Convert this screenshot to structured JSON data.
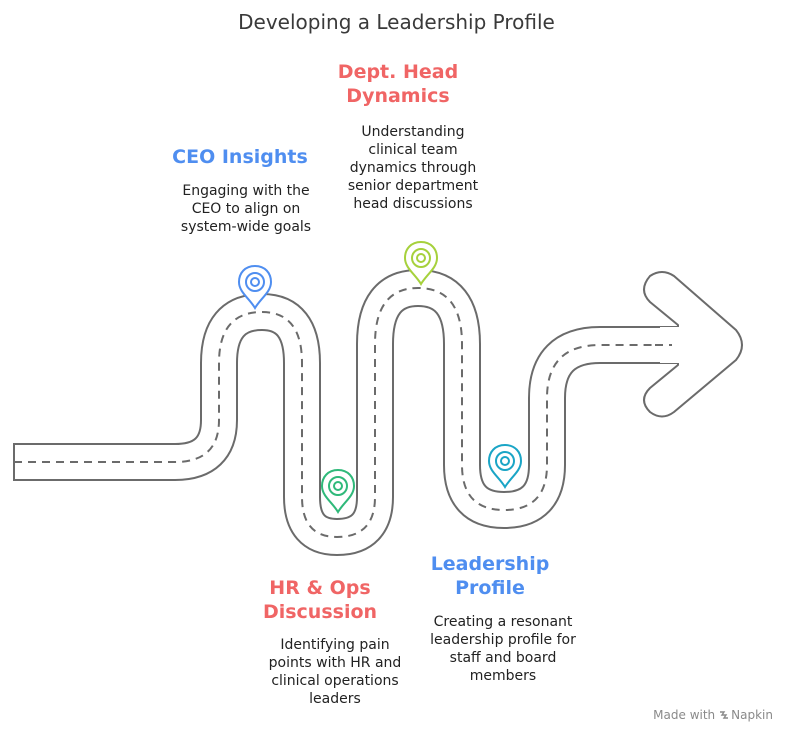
{
  "title": "Developing a Leadership Profile",
  "colors": {
    "road_outline": "#6b6b6b",
    "blue_heading": "#4f8ef0",
    "red_heading": "#f06565",
    "pin_blue": "#4f8ef0",
    "pin_lime": "#a6d13c",
    "pin_green": "#2fb97a",
    "pin_teal": "#1aa5c6"
  },
  "steps": [
    {
      "heading": [
        "CEO Insights"
      ],
      "description": [
        "Engaging with the",
        "CEO to align on",
        "system-wide goals"
      ]
    },
    {
      "heading": [
        "Dept. Head",
        "Dynamics"
      ],
      "description": [
        "Understanding",
        "clinical team",
        "dynamics through",
        "senior department",
        "head discussions"
      ]
    },
    {
      "heading": [
        "HR & Ops",
        "Discussion"
      ],
      "description": [
        "Identifying pain",
        "points with HR and",
        "clinical operations",
        "leaders"
      ]
    },
    {
      "heading": [
        "Leadership",
        "Profile"
      ],
      "description": [
        "Creating a resonant",
        "leadership profile for",
        "staff and board",
        "members"
      ]
    }
  ],
  "footer": {
    "prefix": "Made with",
    "brand": "Napkin"
  }
}
